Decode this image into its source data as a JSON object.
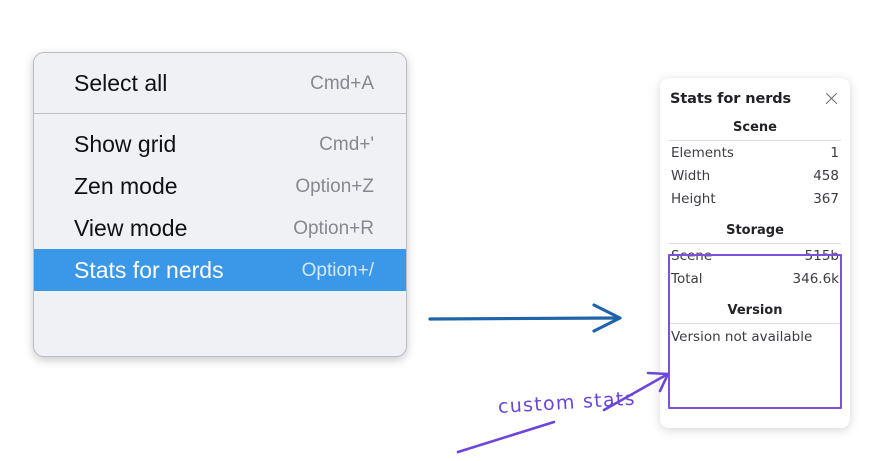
{
  "context_menu": {
    "groups": [
      {
        "items": [
          {
            "label": "Select all",
            "shortcut": "Cmd+A",
            "selected": false
          }
        ]
      },
      {
        "items": [
          {
            "label": "Show grid",
            "shortcut": "Cmd+'",
            "selected": false
          },
          {
            "label": "Zen mode",
            "shortcut": "Option+Z",
            "selected": false
          },
          {
            "label": "View mode",
            "shortcut": "Option+R",
            "selected": false
          },
          {
            "label": "Stats for nerds",
            "shortcut": "Option+/",
            "selected": true
          }
        ]
      }
    ],
    "highlight_color": "#3b97e8",
    "background_color": "#f0f1f4"
  },
  "stats_panel": {
    "title": "Stats for nerds",
    "close_icon": "close-icon",
    "sections": [
      {
        "heading": "Scene",
        "rows": [
          {
            "label": "Elements",
            "value": "1"
          },
          {
            "label": "Width",
            "value": "458"
          },
          {
            "label": "Height",
            "value": "367"
          }
        ]
      },
      {
        "heading": "Storage",
        "rows": [
          {
            "label": "Scene",
            "value": "515b"
          },
          {
            "label": "Total",
            "value": "346.6k"
          }
        ]
      },
      {
        "heading": "Version",
        "note": "Version not available"
      }
    ],
    "highlight_border_color": "#7b52d8"
  },
  "annotations": {
    "arrow_blue_color": "#1f63a8",
    "callout_text": "custom stats",
    "callout_color": "#6b46d9"
  }
}
